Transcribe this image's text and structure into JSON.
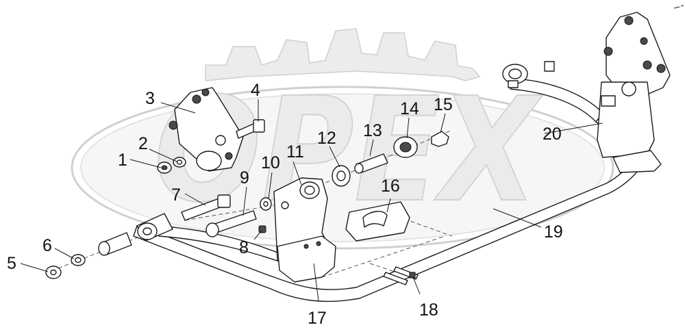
{
  "watermark": {
    "text": "OPEX",
    "color": "#e9e9e9"
  },
  "colors": {
    "line": "#1a1a1a",
    "background": "#ffffff"
  },
  "callouts": [
    "1",
    "2",
    "3",
    "4",
    "5",
    "6",
    "7",
    "8",
    "9",
    "10",
    "11",
    "12",
    "13",
    "14",
    "15",
    "16",
    "17",
    "18",
    "19",
    "20"
  ]
}
